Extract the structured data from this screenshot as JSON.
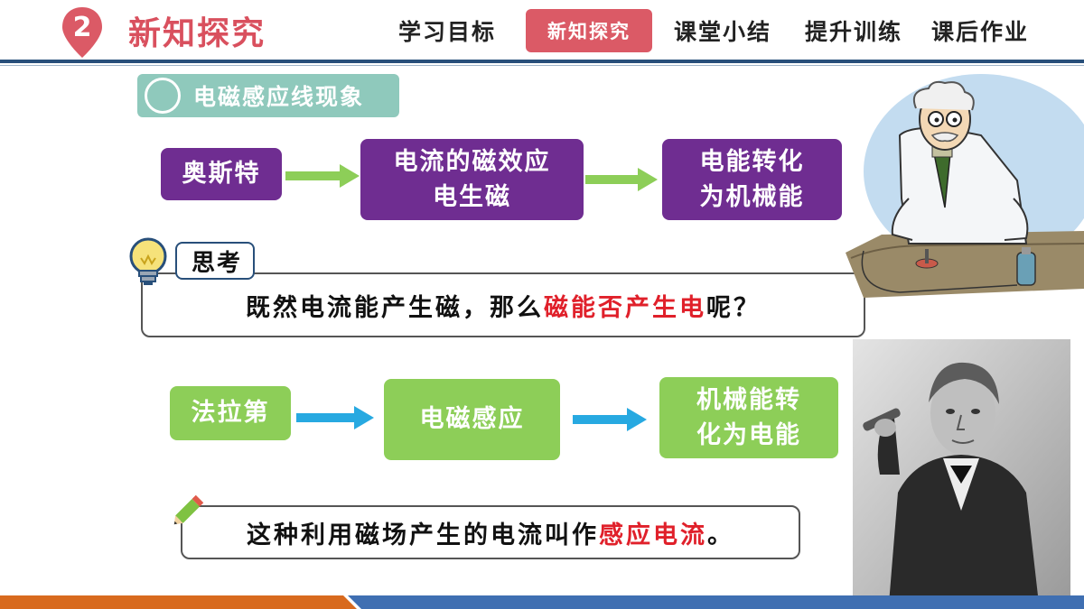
{
  "header": {
    "section_number": "2",
    "section_title": "新知探究",
    "nav": [
      "学习目标",
      "新知探究",
      "课堂小结",
      "提升训练",
      "课后作业"
    ],
    "active_nav": "新知探究"
  },
  "topic": {
    "label": "电磁感应线现象"
  },
  "flow1": {
    "person": "奥斯特",
    "discovery_line1": "电流的磁效应",
    "discovery_line2": "电生磁",
    "energy_line1": "电能转化",
    "energy_line2": "为机械能"
  },
  "think": {
    "tab_label": "思考",
    "question_part1": "既然电流能产生磁，那么",
    "question_highlight": "磁能否产生电",
    "question_part2": "呢？"
  },
  "flow2": {
    "person": "法拉第",
    "discovery": "电磁感应",
    "energy_line1": "机械能转",
    "energy_line2": "化为电能"
  },
  "conclusion": {
    "text_part1": "这种利用磁场产生的电流叫作",
    "text_highlight": "感应电流",
    "text_part2": "。"
  },
  "colors": {
    "accent_red": "#db5a66",
    "header_blue": "#284f7a",
    "purple": "#6f2d91",
    "green": "#8dce58",
    "teal": "#8fc9bc",
    "highlight_red": "#e0202a",
    "footer_orange": "#d86a1e"
  },
  "icons": [
    "location-pin-icon",
    "lightbulb-icon",
    "pencil-icon",
    "arrow-right-icon"
  ]
}
